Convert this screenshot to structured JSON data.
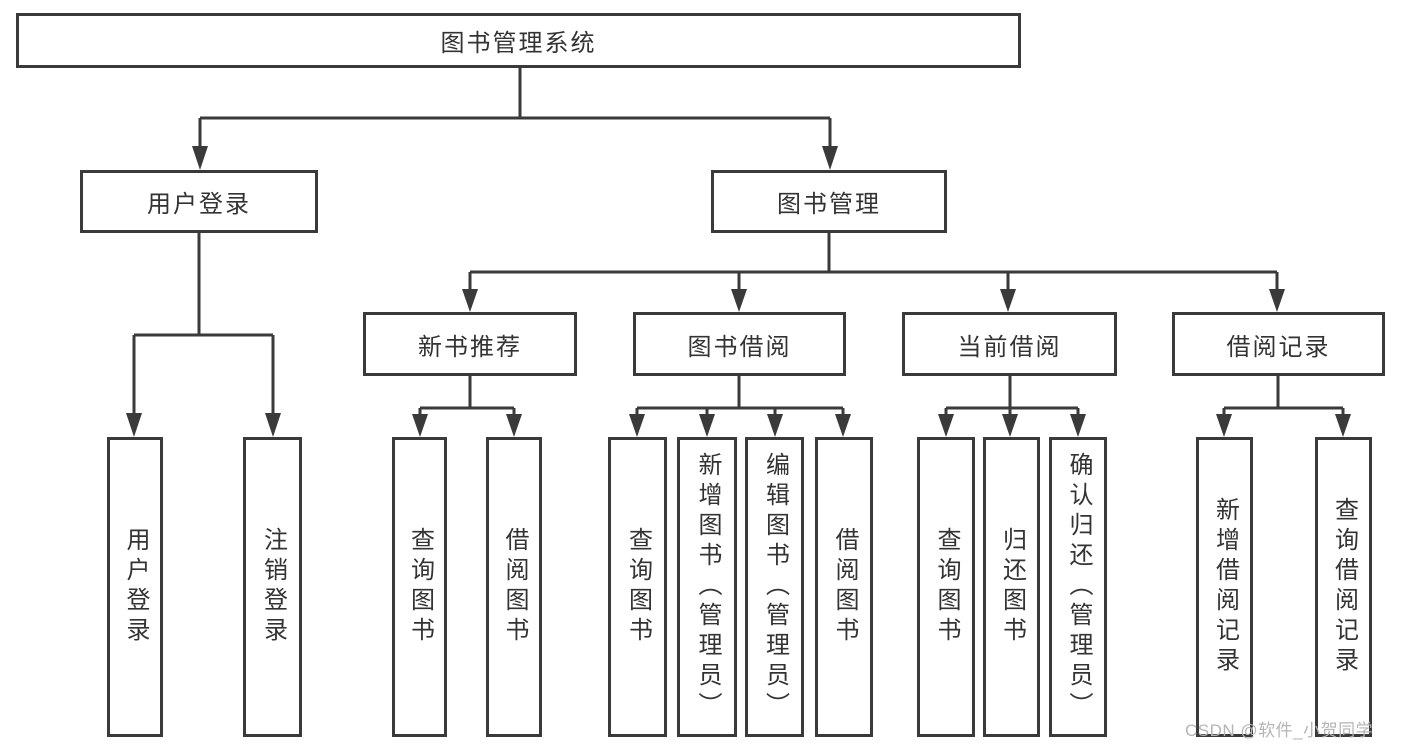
{
  "title": {
    "label": "图书管理系统"
  },
  "level2": [
    {
      "label": "用户登录"
    },
    {
      "label": "图书管理"
    }
  ],
  "level3": [
    {
      "label": "新书推荐"
    },
    {
      "label": "图书借阅"
    },
    {
      "label": "当前借阅"
    },
    {
      "label": "借阅记录"
    }
  ],
  "leaves": [
    {
      "label": "用户登录"
    },
    {
      "label": "注销登录"
    },
    {
      "label": "查询图书"
    },
    {
      "label": "借阅图书"
    },
    {
      "label": "查询图书"
    },
    {
      "label": "新增图书（管理员）"
    },
    {
      "label": "编辑图书（管理员）"
    },
    {
      "label": "借阅图书"
    },
    {
      "label": "查询图书"
    },
    {
      "label": "归还图书"
    },
    {
      "label": "确认归还（管理员）"
    },
    {
      "label": "新增借阅记录"
    },
    {
      "label": "查询借阅记录"
    }
  ],
  "watermark": {
    "text": "CSDN @软件_小贺同学"
  },
  "colors": {
    "line": "#3a3a3a",
    "text": "#333333",
    "watermark": "#b5b5b5",
    "background": "#ffffff"
  }
}
